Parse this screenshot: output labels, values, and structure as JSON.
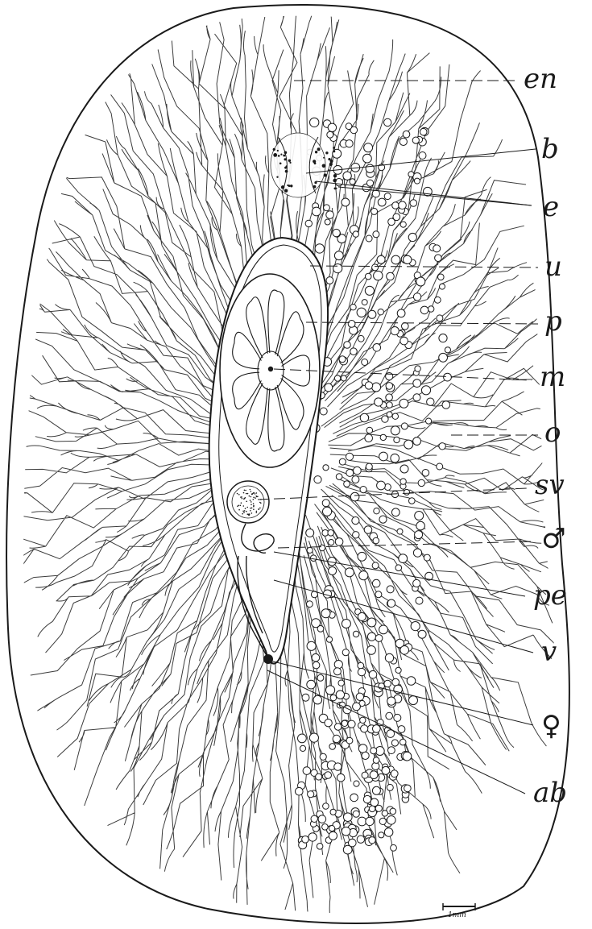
{
  "figure": {
    "labels": [
      {
        "id": "en",
        "text": "en"
      },
      {
        "id": "b",
        "text": "b"
      },
      {
        "id": "e",
        "text": "e"
      },
      {
        "id": "u",
        "text": "u"
      },
      {
        "id": "p",
        "text": "p"
      },
      {
        "id": "m",
        "text": "m"
      },
      {
        "id": "o",
        "text": "o"
      },
      {
        "id": "sv",
        "text": "sv"
      },
      {
        "id": "male",
        "text": "♂"
      },
      {
        "id": "pe",
        "text": "pe"
      },
      {
        "id": "v",
        "text": "v"
      },
      {
        "id": "female",
        "text": "♀"
      },
      {
        "id": "ab",
        "text": "ab"
      }
    ],
    "scale_bar": {
      "text": "1mm"
    },
    "colors": {
      "ink": "#1a1a1a",
      "paper": "#ffffff"
    }
  }
}
